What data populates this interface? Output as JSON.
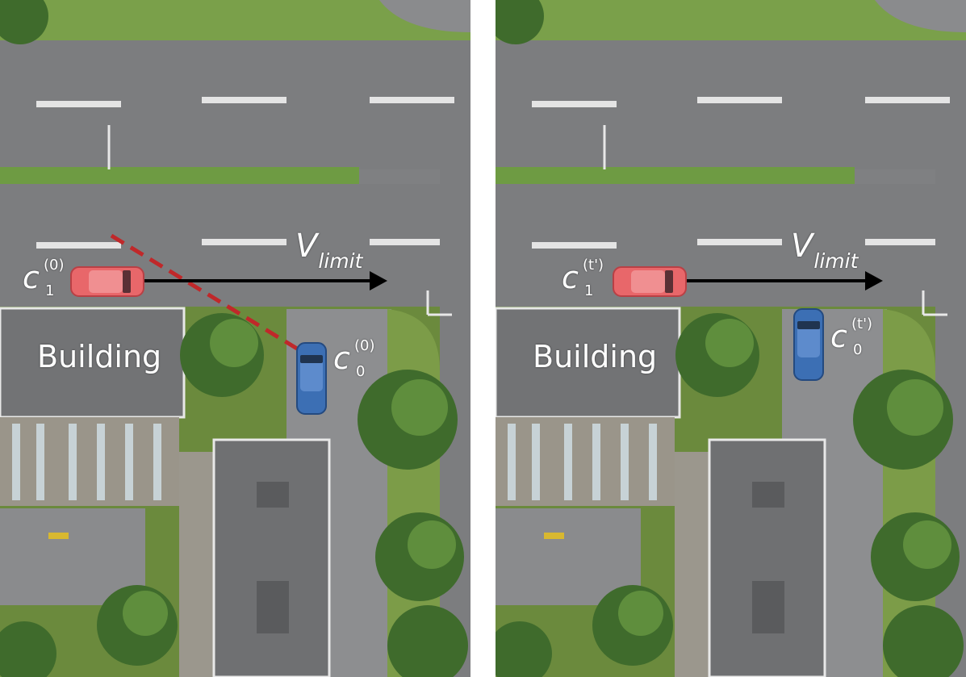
{
  "panels": [
    {
      "building_label": "Building",
      "velocity_label": "V",
      "velocity_subscript": "limit",
      "car1": {
        "symbol": "c",
        "superscript": "(0)",
        "subscript": "1",
        "color": "#e8676a"
      },
      "car0": {
        "symbol": "c",
        "superscript": "(0)",
        "subscript": "0",
        "color": "#3c6fb4"
      },
      "occlusion_line_color": "#c0282a"
    },
    {
      "building_label": "Building",
      "velocity_label": "V",
      "velocity_subscript": "limit",
      "car1": {
        "symbol": "c",
        "superscript": "(t')",
        "subscript": "1",
        "color": "#e8676a"
      },
      "car0": {
        "symbol": "c",
        "superscript": "(t')",
        "subscript": "0",
        "color": "#3c6fb4"
      }
    }
  ]
}
